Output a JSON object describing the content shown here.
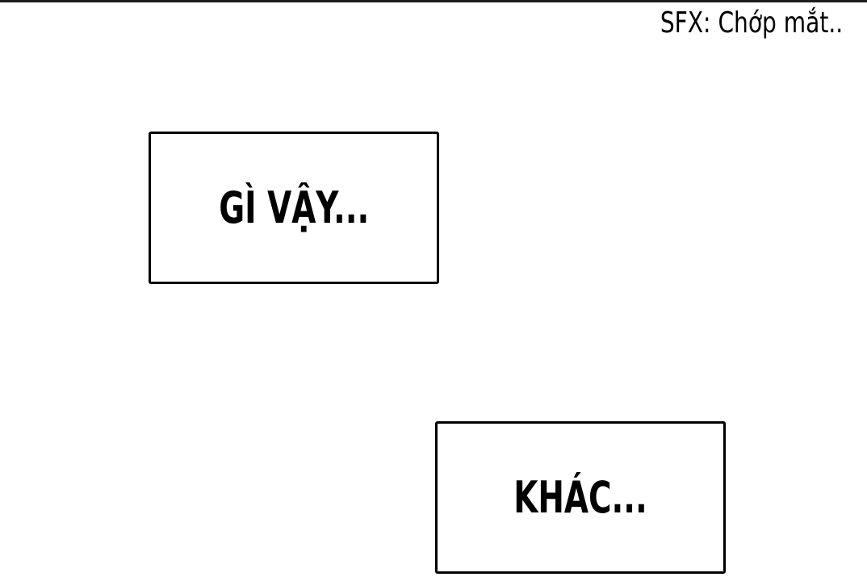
{
  "sfx_text": "SFX: Chớp mắt..",
  "captions": [
    {
      "text": "GÌ VẬY..."
    },
    {
      "text": "KHÁC..."
    }
  ],
  "colors": {
    "background": "#ffffff",
    "ink": "#000000",
    "top_rule": "#1c1c1c"
  }
}
